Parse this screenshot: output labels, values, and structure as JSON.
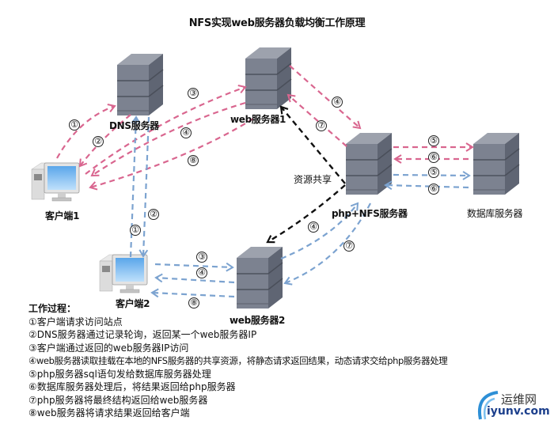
{
  "title": "NFS实现web服务器负载均衡工作原理",
  "colors": {
    "pink": "#d9668f",
    "blue": "#7ca3d0",
    "black": "#111111",
    "server_front": "#7c8290",
    "server_side": "#5f6573",
    "server_top": "#9da2ad"
  },
  "nodes": {
    "dns": "DNS服务器",
    "web1": "web服务器1",
    "phpnfs": "php+NFS服务器",
    "db": "数据库服务器",
    "web2": "web服务器2",
    "client1": "客户端1",
    "client2": "客户端2"
  },
  "edge_labels": {
    "c1_dns_1": "①",
    "dns_c1_2": "②",
    "c1_web1_3": "③",
    "web1_c1_4": "④",
    "web1_c1_8": "⑧",
    "web1_php_4": "④",
    "php_web1_7": "⑦",
    "php_db_5_pink": "⑤",
    "db_php_6_pink": "⑥",
    "php_db_5_blue": "⑤",
    "db_php_6_blue": "⑥",
    "c2_dns_1": "①",
    "dns_c2_2": "②",
    "c2_web2_3": "③",
    "web2_c2_4": "④",
    "web2_c2_8": "⑧",
    "web2_php_4": "④",
    "php_web2_7": "⑦",
    "resource_share": "资源共享"
  },
  "process": {
    "heading": "工作过程：",
    "steps": [
      "①客户端请求访问站点",
      "②DNS服务器通过记录轮询，返回某一个web服务器IP",
      "③客户端通过返回的web服务器IP访问",
      "④web服务器读取挂载在本地的NFS服务器的共享资源，将静态请求返回结果，动态请求交给php服务器处理",
      "⑤php服务器sql语句发给数据库服务器处理",
      "⑥数据库服务器处理后，将结果返回给php服务器",
      "⑦php服务器将最终结构返回给web服务器",
      "⑧web服务器将请求结果返回给客户端"
    ]
  },
  "watermark": {
    "cn": "运维网",
    "en": "iyunv.com"
  }
}
